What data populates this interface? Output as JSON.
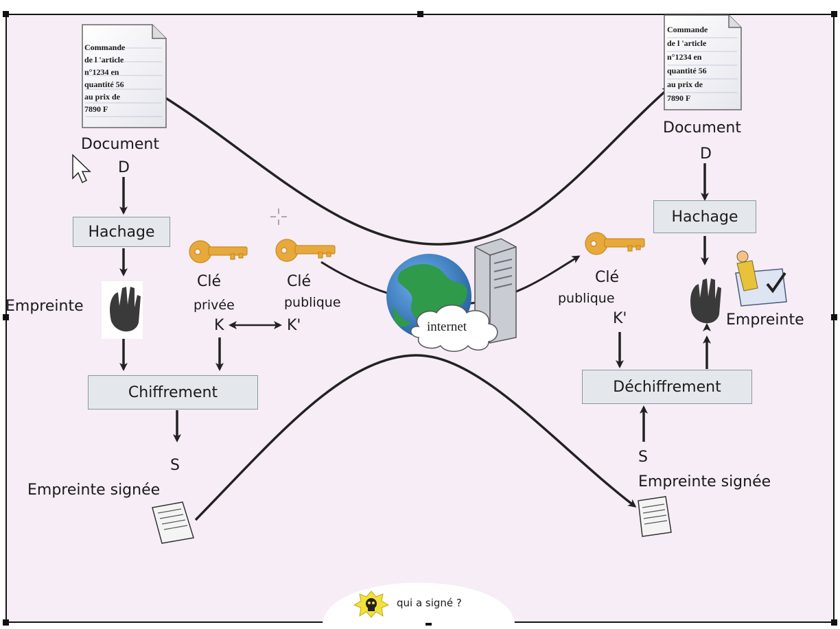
{
  "sender": {
    "document_text": [
      "Commande",
      "de l 'article",
      "n°1234 en",
      "quantité 56",
      "au prix de",
      "7890 F"
    ],
    "document_label": "Document",
    "d_label": "D",
    "hash_box": "Hachage",
    "fingerprint_label": "Empreinte",
    "private_key_line1": "Clé",
    "private_key_line2": "privée",
    "k_label": "K",
    "public_key_line1": "Clé",
    "public_key_line2": "publique",
    "k_prime_label": "K'",
    "encrypt_box": "Chiffrement",
    "s_label": "S",
    "signed_label": "Empreinte signée"
  },
  "network": {
    "internet_label": "internet"
  },
  "receiver": {
    "document_text": [
      "Commande",
      "de l 'article",
      "n°1234 en",
      "quantité 56",
      "au prix de",
      "7890 F"
    ],
    "document_label": "Document",
    "d_label": "D",
    "hash_box": "Hachage",
    "public_key_line1": "Clé",
    "public_key_line2": "publique",
    "k_prime_label": "K'",
    "fingerprint_label": "Empreinte",
    "decrypt_box": "Déchiffrement",
    "s_label": "S",
    "signed_label": "Empreinte signée"
  },
  "footer": {
    "question": "qui a signé ?"
  },
  "colors": {
    "background": "#f6edf6",
    "box_fill": "#e4e8ec",
    "key": "#e8a93c",
    "arrow": "#222222",
    "globe_water": "#3a7fc8",
    "globe_land": "#2e9a4a"
  }
}
